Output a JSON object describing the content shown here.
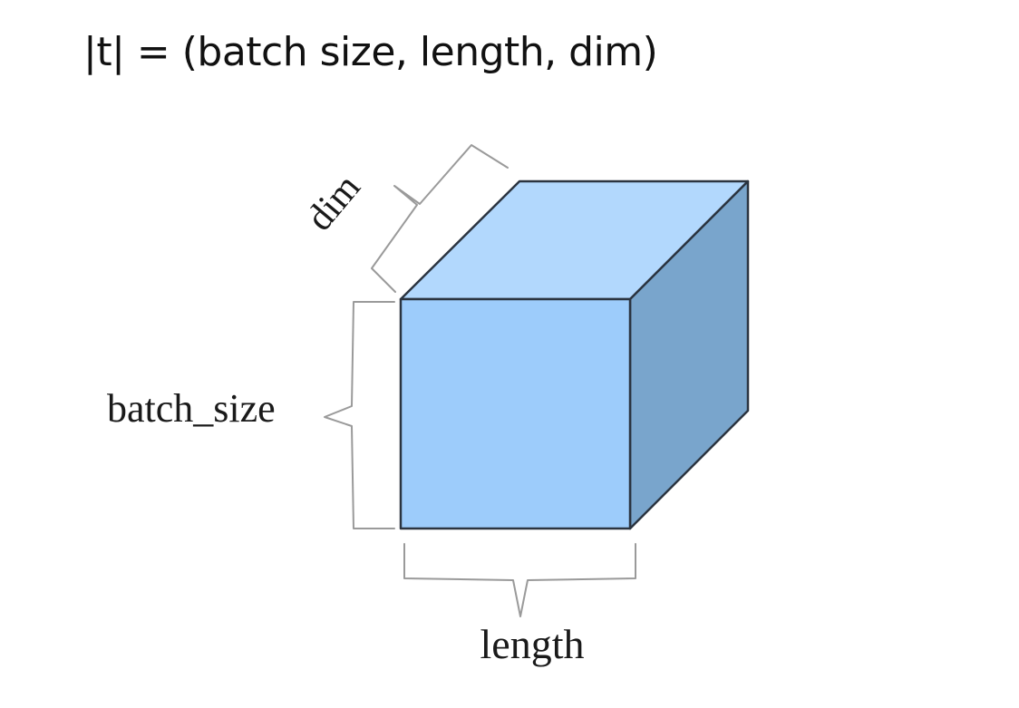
{
  "title": "|t| = (batch size, length, dim)",
  "labels": {
    "dim": "dim",
    "batch_size": "batch_size",
    "length": "length"
  },
  "colors": {
    "front_face": "#9dccfb",
    "top_face": "#b2d8fd",
    "side_face": "#79a5cc",
    "edge": "#2b3440",
    "brace": "#9a9a9a"
  }
}
